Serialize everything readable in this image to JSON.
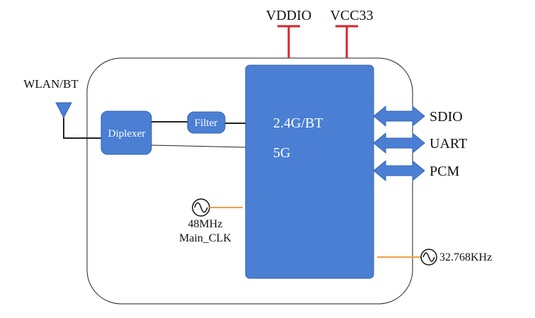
{
  "power": {
    "vddio": "VDDIO",
    "vcc33": "VCC33"
  },
  "antenna": {
    "label": "WLAN/BT",
    "icon": "antenna-icon"
  },
  "blocks": {
    "diplexer": "Diplexer",
    "filter": "Filter",
    "chip_line1": "2.4G/BT",
    "chip_line2": "5G"
  },
  "interfaces": [
    "SDIO",
    "UART",
    "PCM"
  ],
  "clocks": {
    "main_freq": "48MHz",
    "main_name": "Main_CLK",
    "rtc_freq": "32.768KHz",
    "icon": "oscillator-icon"
  },
  "colors": {
    "block_fill": "#4a7fd4",
    "block_stroke": "#3563ad",
    "power_rail": "#d9242b",
    "clock_line": "#f09c4a",
    "outline": "#222222"
  }
}
